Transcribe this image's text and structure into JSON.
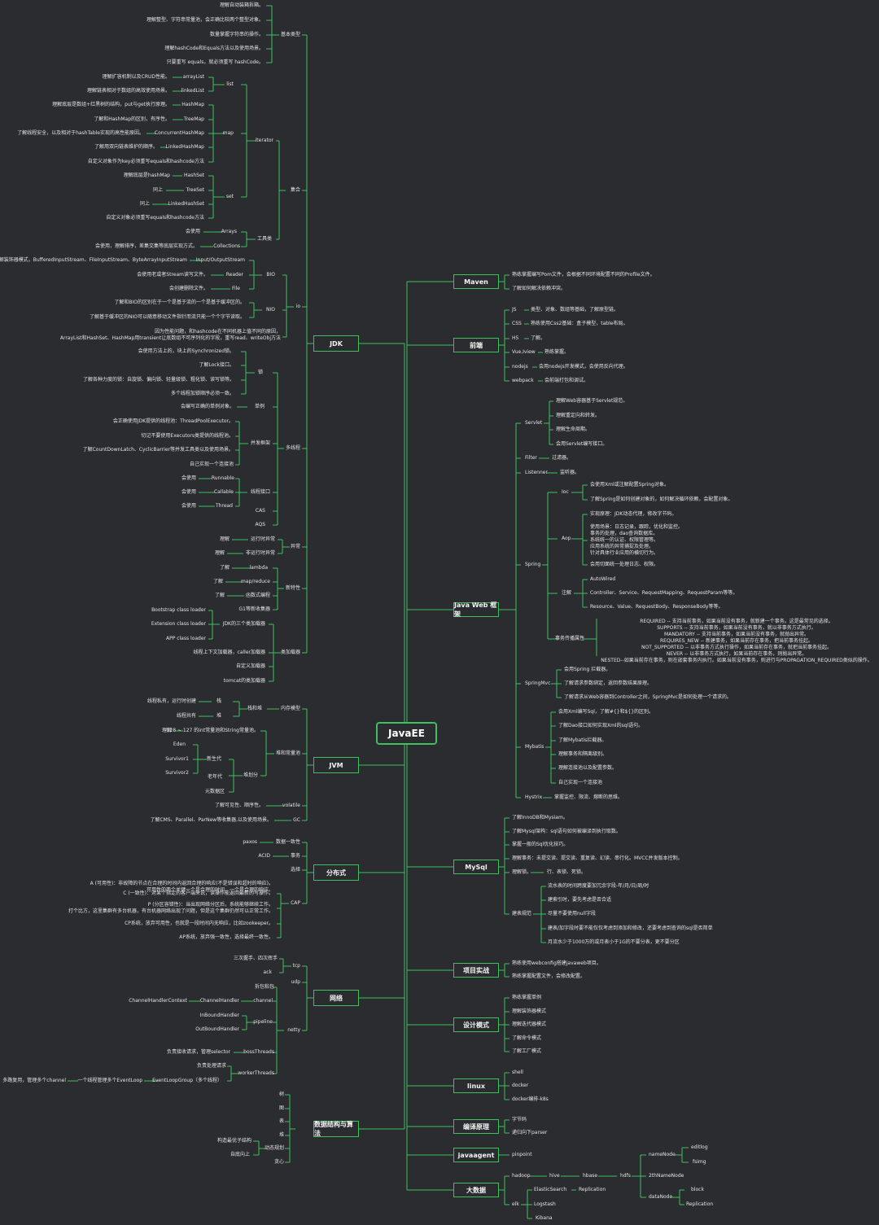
{
  "root": {
    "id": "root",
    "text": "JavaEE"
  },
  "nodes": [
    {
      "id": "r_maven",
      "text": "Maven"
    },
    {
      "id": "maven1",
      "text": "熟练掌握编写Pom文件，会根据不同环境配置不同的Profile文件。"
    },
    {
      "id": "maven2",
      "text": "了解如何解决依赖冲突。"
    },
    {
      "id": "r_front",
      "text": "前端"
    },
    {
      "id": "f_js",
      "text": "JS"
    },
    {
      "id": "f_js1",
      "text": "类型、对象、数组等基础，了解原型链。"
    },
    {
      "id": "f_css",
      "text": "CSS"
    },
    {
      "id": "f_css1",
      "text": "熟练使用Css2基础：盒子模型，table布局。"
    },
    {
      "id": "f_h5",
      "text": "H5"
    },
    {
      "id": "f_h51",
      "text": "了解。"
    },
    {
      "id": "f_vue",
      "text": "Vue,Iview"
    },
    {
      "id": "f_vue1",
      "text": "熟练掌握。"
    },
    {
      "id": "f_node",
      "text": "nodejs"
    },
    {
      "id": "f_node1",
      "text": "会用nodejs开发模式，会使用反向代理。"
    },
    {
      "id": "f_wp",
      "text": "webpack"
    },
    {
      "id": "f_wp1",
      "text": "会前端打包和调试。"
    },
    {
      "id": "r_web",
      "text": "Java Web 框架"
    },
    {
      "id": "w_servlet",
      "text": "Servlet"
    },
    {
      "id": "w_s1",
      "text": "理解Web容器基于Servlet规范。"
    },
    {
      "id": "w_s2",
      "text": "理解重定向和转发。"
    },
    {
      "id": "w_s3",
      "text": "理解生命周期。"
    },
    {
      "id": "w_s4",
      "text": "会用Servlet编写接口。"
    },
    {
      "id": "w_filter",
      "text": "Filter"
    },
    {
      "id": "w_filter1",
      "text": "过滤器。"
    },
    {
      "id": "w_listener",
      "text": "Listenner"
    },
    {
      "id": "w_listener1",
      "text": "监听器。"
    },
    {
      "id": "w_spring",
      "text": "Spring"
    },
    {
      "id": "w_ioc",
      "text": "Ioc"
    },
    {
      "id": "w_ioc1",
      "text": "会使用Xml或注解配置Spring对象。"
    },
    {
      "id": "w_ioc2",
      "text": "了解Spring是如何创建对象的，如何解决循环依赖，会配置对象。"
    },
    {
      "id": "w_aop",
      "text": "Aop"
    },
    {
      "id": "w_aop1",
      "text": "实现原理：JDK动态代理，修改字节码。"
    },
    {
      "id": "w_aop2",
      "text": "使用场景：日志记录，跟踪，优化和监控。\n事务的处理，dao查询数据库。\n系统统一的认证、权限管理等。\n应用系统的异常捕捉及处理。\n针对具体行业应用的横切行为。"
    },
    {
      "id": "w_aop3",
      "text": "会用切面统一处理日志、权限。"
    },
    {
      "id": "w_anno",
      "text": "注解"
    },
    {
      "id": "w_anno1",
      "text": "AutoWired"
    },
    {
      "id": "w_anno2",
      "text": "Controller、Service、RequestMapping、RequestParam等等。"
    },
    {
      "id": "w_anno3",
      "text": "Resource、Value、RequestBody、ResponseBody等等。"
    },
    {
      "id": "w_tx",
      "text": "事务传播属性"
    },
    {
      "id": "w_tx1",
      "text": "REQUIRED -- 支持当前事务，如果当前没有事务，就新建一个事务。这是最常见的选择。\nSUPPORTS -- 支持当前事务，如果当前没有事务，就以非事务方式执行。\nMANDATORY -- 支持当前事务，如果当前没有事务，就抛出异常。\nREQUIRES_NEW -- 新建事务，如果当前存在事务，把当前事务挂起。\nNOT_SUPPORTED -- 以非事务方式执行操作，如果当前存在事务，就把当前事务挂起。\nNEVER -- 以非事务方式执行，如果当前存在事务，则抛出异常。\nNESTED--如果当前存在事务，则在嵌套事务内执行。如果当前没有事务，则进行与PROPAGATION_REQUIRED类似的操作。"
    },
    {
      "id": "w_mvc",
      "text": "SpringMvc"
    },
    {
      "id": "w_mvc1",
      "text": "会用Spring 拦截器。"
    },
    {
      "id": "w_mvc2",
      "text": "了解请求参数绑定，返回参数结果原理。"
    },
    {
      "id": "w_mvc3",
      "text": "了解请求从Web容器到Controller之间，SpringMvc是如何处理一个请求的。"
    },
    {
      "id": "w_mybatis",
      "text": "Mybatis"
    },
    {
      "id": "w_mb1",
      "text": "会用Xml编写Sql，了解#{}和${}的区别。"
    },
    {
      "id": "w_mb2",
      "text": "了解Dao接口如何实现Xml的sql语句。"
    },
    {
      "id": "w_mb3",
      "text": "了解Mybatis拦截器。"
    },
    {
      "id": "w_mb4",
      "text": "理解事务和隔离级别。"
    },
    {
      "id": "w_mb5",
      "text": "理解连接池以及配置参数。"
    },
    {
      "id": "w_mb6",
      "text": "自己实现一个连接池"
    },
    {
      "id": "w_hystrix",
      "text": "Hystrix"
    },
    {
      "id": "w_hystrix1",
      "text": "掌握监控、限流、熔断的思维。"
    },
    {
      "id": "r_mysql",
      "text": "MySql"
    },
    {
      "id": "m1",
      "text": "了解InnoDB和Mysiam。"
    },
    {
      "id": "m2",
      "text": "了解Mysql架构：sql语句如何被编译到执行取数。"
    },
    {
      "id": "m3",
      "text": "掌握一般的Sql优化技巧。"
    },
    {
      "id": "m4",
      "text": "理解事务：未提交读、提交读、重复读、幻读、串行化。MVCC并发版本控制。"
    },
    {
      "id": "m5",
      "text": "理解锁。"
    },
    {
      "id": "m51",
      "text": "行、表锁、死锁。"
    },
    {
      "id": "m_spec",
      "text": "建表规范"
    },
    {
      "id": "m_spec1",
      "text": "流水表的时间跨度要加冗余字段-年/月/日/周/时"
    },
    {
      "id": "m_spec2",
      "text": "建索引时，要先考虑是否合适"
    },
    {
      "id": "m_spec3",
      "text": "尽量不要使用null字段"
    },
    {
      "id": "m_spec4",
      "text": "建表/加字段时要不能仅仅考虑到添加和修改，还要考虑到查询的sql是否简单"
    },
    {
      "id": "m_spec5",
      "text": "月流水少于1000万的或月表小于1G的不要分表，更不要分区"
    },
    {
      "id": "r_proj",
      "text": "项目实战"
    },
    {
      "id": "p1",
      "text": "熟练使用webconfig搭建javaweb项目。"
    },
    {
      "id": "p2",
      "text": "熟练掌握配置文件，会修改配置。"
    },
    {
      "id": "r_dp",
      "text": "设计模式"
    },
    {
      "id": "d1",
      "text": "熟练掌握单例"
    },
    {
      "id": "d2",
      "text": "理解装饰器模式"
    },
    {
      "id": "d3",
      "text": "理解迭代器模式"
    },
    {
      "id": "d4",
      "text": "了解命令模式"
    },
    {
      "id": "d5",
      "text": "了解工厂模式"
    },
    {
      "id": "r_linux",
      "text": "linux"
    },
    {
      "id": "l1",
      "text": "shell"
    },
    {
      "id": "l2",
      "text": "docker"
    },
    {
      "id": "l3",
      "text": "docker编排-k8s"
    },
    {
      "id": "r_compile",
      "text": "编译原理"
    },
    {
      "id": "c1",
      "text": "字节码"
    },
    {
      "id": "c2",
      "text": "递归向下parser"
    },
    {
      "id": "r_agent",
      "text": "javaagent"
    },
    {
      "id": "a1",
      "text": "pinpoint"
    },
    {
      "id": "r_bigdata",
      "text": "大数据"
    },
    {
      "id": "b_hadoop",
      "text": "hadoop"
    },
    {
      "id": "b_hive",
      "text": "hive"
    },
    {
      "id": "b_hbase",
      "text": "hbase"
    },
    {
      "id": "b_hdfs",
      "text": "hdfs"
    },
    {
      "id": "b_nn",
      "text": "nameNode"
    },
    {
      "id": "b_nn1",
      "text": "editlog"
    },
    {
      "id": "b_nn2",
      "text": "fsimg"
    },
    {
      "id": "b_2nn",
      "text": "2thNameNode"
    },
    {
      "id": "b_dn",
      "text": "dataNode"
    },
    {
      "id": "b_dn1",
      "text": "block"
    },
    {
      "id": "b_dn2",
      "text": "Replication"
    },
    {
      "id": "b_elk",
      "text": "elk"
    },
    {
      "id": "b_es",
      "text": "ElasticSearch"
    },
    {
      "id": "b_es1",
      "text": "Replication"
    },
    {
      "id": "b_log",
      "text": "Logstash"
    },
    {
      "id": "b_kib",
      "text": "Kibana"
    },
    {
      "id": "r_jdk",
      "text": "JDK"
    },
    {
      "id": "j_basic",
      "text": "基本类型"
    },
    {
      "id": "j_b1",
      "text": "理解自动装箱拆箱。"
    },
    {
      "id": "j_b2",
      "text": "理解整型、字符串常量池，会正确比较两个整型对象。"
    },
    {
      "id": "j_b3",
      "text": "数量掌握字符串的操作。"
    },
    {
      "id": "j_b4",
      "text": "理解hashCode和Equals方法以及使用场景。"
    },
    {
      "id": "j_b5",
      "text": "只要重写 equals，就必须重写 hashCode。"
    },
    {
      "id": "j_coll",
      "text": "集合"
    },
    {
      "id": "j_iter",
      "text": "iterator"
    },
    {
      "id": "j_list",
      "text": "list"
    },
    {
      "id": "j_al",
      "text": "arrayList"
    },
    {
      "id": "j_al1",
      "text": "理解扩容机制以及CRUD性能。"
    },
    {
      "id": "j_ll",
      "text": "linkedList"
    },
    {
      "id": "j_ll1",
      "text": "理解链表相对于数组的高效使用场景。"
    },
    {
      "id": "j_map",
      "text": "map"
    },
    {
      "id": "j_hm",
      "text": "HashMap"
    },
    {
      "id": "j_hm1",
      "text": "理解底层是数组+红黑树的结构，put与get执行原理。"
    },
    {
      "id": "j_tm",
      "text": "TreeMap"
    },
    {
      "id": "j_tm1",
      "text": "了解和HashMap的区别，有序性。"
    },
    {
      "id": "j_chm",
      "text": "ConcurrentHashMap"
    },
    {
      "id": "j_chm1",
      "text": "了解线程安全，以及相对于hashTable实现的高性能原因。"
    },
    {
      "id": "j_lhm",
      "text": "LinkedHashMap"
    },
    {
      "id": "j_lhm1",
      "text": "了解用双向链表维护的顺序。"
    },
    {
      "id": "j_map_self",
      "text": "自定义对象作为key必须重写equals和hashcode方法"
    },
    {
      "id": "j_set",
      "text": "set"
    },
    {
      "id": "j_hs",
      "text": "HashSet"
    },
    {
      "id": "j_hs1",
      "text": "理解底层是hashMap"
    },
    {
      "id": "j_ts",
      "text": "TreeSet"
    },
    {
      "id": "j_ts1",
      "text": "同上"
    },
    {
      "id": "j_lhs",
      "text": "LinkedHashSet"
    },
    {
      "id": "j_lhs1",
      "text": "同上"
    },
    {
      "id": "j_set_self",
      "text": "自定义对象必须重写equals和hashcode方法"
    },
    {
      "id": "j_tools",
      "text": "工具类"
    },
    {
      "id": "j_arr",
      "text": "Arrays"
    },
    {
      "id": "j_arr1",
      "text": "会使用"
    },
    {
      "id": "j_cols",
      "text": "Collections"
    },
    {
      "id": "j_cols1",
      "text": "会使用，理解排序，差集交集等底层实现方式。"
    },
    {
      "id": "j_io",
      "text": "io"
    },
    {
      "id": "j_bio",
      "text": "BIO"
    },
    {
      "id": "j_iostream",
      "text": "Input/OutputStream"
    },
    {
      "id": "j_iostream1",
      "text": "理解装饰器模式，BufferedInputStream、FileInputStream、ByteArrayInputStream"
    },
    {
      "id": "j_reader",
      "text": "Reader"
    },
    {
      "id": "j_reader1",
      "text": "会使用老或者Stream读写文件。"
    },
    {
      "id": "j_file",
      "text": "File"
    },
    {
      "id": "j_file1",
      "text": "会创建删除文件。"
    },
    {
      "id": "j_nio",
      "text": "NIO"
    },
    {
      "id": "j_nio1",
      "text": "了解和BIO的区别在于一个是基于流的一个是基于缓冲区的。"
    },
    {
      "id": "j_nio2",
      "text": "了解基于缓冲区的NIO可以随意移动文件指针而流只能一个个字节读取。"
    },
    {
      "id": "j_io_ser",
      "text": "因为性能问题，和hashcode在不同机器上值不同的原因，\nArrayList和HashSet、HashMap用transient让底数组不可序列化的字段，重写read、writeObj方法"
    },
    {
      "id": "j_mt",
      "text": "多线程"
    },
    {
      "id": "j_lock",
      "text": "锁"
    },
    {
      "id": "j_lock1",
      "text": "会使用方法上的，块上的Synchronized锁。"
    },
    {
      "id": "j_lock2",
      "text": "了解Lock接口。"
    },
    {
      "id": "j_lock3",
      "text": "了解各种力度的锁：自旋锁、偏向锁、轻量级锁、粗化锁、读写锁等。"
    },
    {
      "id": "j_lock4",
      "text": "多个线程加锁顺序必须一致。"
    },
    {
      "id": "j_single",
      "text": "单例"
    },
    {
      "id": "j_single1",
      "text": "会编写正确的单例对象。"
    },
    {
      "id": "j_conc",
      "text": "并发框架"
    },
    {
      "id": "j_conc1",
      "text": "会正确使用JDK提供的线程池：ThreadPoolExecutor。"
    },
    {
      "id": "j_conc2",
      "text": "切记不要使用Executors类提供的线程池。"
    },
    {
      "id": "j_conc3",
      "text": "了解CountDownLatch、CyclicBarrier等并发工具类以及使用场景。"
    },
    {
      "id": "j_conc4",
      "text": "自己实现一个连接池"
    },
    {
      "id": "j_tif",
      "text": "线程接口"
    },
    {
      "id": "j_run",
      "text": "Runnable"
    },
    {
      "id": "j_run1",
      "text": "会使用"
    },
    {
      "id": "j_call",
      "text": "Callable"
    },
    {
      "id": "j_call1",
      "text": "会使用"
    },
    {
      "id": "j_thread",
      "text": "Thread"
    },
    {
      "id": "j_thread1",
      "text": "会使用"
    },
    {
      "id": "j_cas",
      "text": "CAS"
    },
    {
      "id": "j_aqs",
      "text": "AQS"
    },
    {
      "id": "j_ex",
      "text": "异常"
    },
    {
      "id": "j_rte",
      "text": "运行时异常"
    },
    {
      "id": "j_rte1",
      "text": "理解"
    },
    {
      "id": "j_nrte",
      "text": "非运行时异常"
    },
    {
      "id": "j_nrte1",
      "text": "理解"
    },
    {
      "id": "j_new",
      "text": "新特性"
    },
    {
      "id": "j_lambda",
      "text": "lambda"
    },
    {
      "id": "j_lambda1",
      "text": "了解"
    },
    {
      "id": "j_mapred",
      "text": "map/reduce"
    },
    {
      "id": "j_mapred1",
      "text": "了解"
    },
    {
      "id": "j_func",
      "text": "函数式编程"
    },
    {
      "id": "j_func1",
      "text": "了解"
    },
    {
      "id": "j_g1",
      "text": "G1等新收集器"
    },
    {
      "id": "j_cl",
      "text": "类加载器"
    },
    {
      "id": "j_cl3",
      "text": "JDK的三个类加载器"
    },
    {
      "id": "j_cl3a",
      "text": "Bootstrap class loader"
    },
    {
      "id": "j_cl3b",
      "text": "Extension class loader"
    },
    {
      "id": "j_cl3c",
      "text": "APP class loader"
    },
    {
      "id": "j_cl4",
      "text": "线程上下文加载器，caller加载器"
    },
    {
      "id": "j_cl5",
      "text": "自定义加载器"
    },
    {
      "id": "j_cl6",
      "text": "tomcat的类加载器"
    },
    {
      "id": "r_jvm",
      "text": "JVM"
    },
    {
      "id": "v_mem",
      "text": "内存模型"
    },
    {
      "id": "v_sh",
      "text": "栈和堆"
    },
    {
      "id": "v_stack",
      "text": "栈"
    },
    {
      "id": "v_stack1",
      "text": "线程私有，运行时创建"
    },
    {
      "id": "v_heap",
      "text": "堆"
    },
    {
      "id": "v_heap1",
      "text": "线程共有"
    },
    {
      "id": "v_hc",
      "text": "堆和常量池"
    },
    {
      "id": "v_int",
      "text": "-128 ~ 127 的int常量池和String常量池。"
    },
    {
      "id": "v_int1",
      "text": "理解"
    },
    {
      "id": "v_part",
      "text": "堆划分"
    },
    {
      "id": "v_young",
      "text": "新生代"
    },
    {
      "id": "v_eden",
      "text": "Eden"
    },
    {
      "id": "v_s1",
      "text": "Survivor1"
    },
    {
      "id": "v_s2",
      "text": "Survivor2"
    },
    {
      "id": "v_old",
      "text": "老年代"
    },
    {
      "id": "v_meta",
      "text": "元数据区"
    },
    {
      "id": "v_vol",
      "text": "volatile"
    },
    {
      "id": "v_vol1",
      "text": "了解可见性、顺序性。"
    },
    {
      "id": "v_gc",
      "text": "GC"
    },
    {
      "id": "v_gc1",
      "text": "了解CMS、Parallel、ParNew等收集器,以及使用场景。"
    },
    {
      "id": "r_dist",
      "text": "分布式"
    },
    {
      "id": "ds_cons",
      "text": "数据一致性"
    },
    {
      "id": "ds_paxos",
      "text": "paxos"
    },
    {
      "id": "ds_tx",
      "text": "事务"
    },
    {
      "id": "ds_acid",
      "text": "ACID"
    },
    {
      "id": "ds_choose",
      "text": "选择"
    },
    {
      "id": "ds_cap",
      "text": "CAP"
    },
    {
      "id": "ds_c",
      "text": "C (一致性)：对某个指定的客户端来说，读操作能返回最新的写操作。"
    },
    {
      "id": "ds_a",
      "text": "A (可用性)：非故障的节点在合理的时间内返回合理的响应(不是错误和超时的响应)。\n可用性的两个关键一个是合理的时间，一个是合理的响应。"
    },
    {
      "id": "ds_p",
      "text": "P (分区容错性)：当出现网络分区后，系统能够继续工作。\n打个比方，这里集群有多台机器，有台机器网络出现了问题，但是这个集群仍然可以正常工作。"
    },
    {
      "id": "ds_cp",
      "text": "CP系统，放弃可用性，也就是一段时间内无响应，比如zookeeper。"
    },
    {
      "id": "ds_ap",
      "text": "AP系统，放弃强一致性，选择最终一致性。"
    },
    {
      "id": "r_net",
      "text": "网络"
    },
    {
      "id": "n_tcp",
      "text": "tcp"
    },
    {
      "id": "n_tcp1",
      "text": "三次握手、四次挥手"
    },
    {
      "id": "n_ack",
      "text": "ack"
    },
    {
      "id": "n_udp",
      "text": "udp"
    },
    {
      "id": "n_netty",
      "text": "netty"
    },
    {
      "id": "n_sticky",
      "text": "拆包粘包"
    },
    {
      "id": "n_channel",
      "text": "channel"
    },
    {
      "id": "n_ch",
      "text": "ChannelHandler"
    },
    {
      "id": "n_chc",
      "text": "ChannelHandlerContext"
    },
    {
      "id": "n_pipe",
      "text": "pipeline"
    },
    {
      "id": "n_in",
      "text": "InBoundHandler"
    },
    {
      "id": "n_out",
      "text": "OutBoundHandler"
    },
    {
      "id": "n_boss",
      "text": "bossThreads"
    },
    {
      "id": "n_boss1",
      "text": "负责接收请求，管理selector"
    },
    {
      "id": "n_worker",
      "text": "workerThreads"
    },
    {
      "id": "n_worker1",
      "text": "负责处理请求"
    },
    {
      "id": "n_elg",
      "text": "EventLoopGroup（多个线程）"
    },
    {
      "id": "n_elg1",
      "text": "一个线程管理多个EventLoop"
    },
    {
      "id": "n_elg2",
      "text": "多路复用，管理多个channel"
    },
    {
      "id": "r_dsa",
      "text": "数据结构与算法"
    },
    {
      "id": "a_tree",
      "text": "树"
    },
    {
      "id": "a_graph",
      "text": "图"
    },
    {
      "id": "a_table",
      "text": "表"
    },
    {
      "id": "a_heap",
      "text": "堆"
    },
    {
      "id": "a_dp",
      "text": "动态规划"
    },
    {
      "id": "a_dp1",
      "text": "构造最优子结构"
    },
    {
      "id": "a_dp2",
      "text": "自底向上"
    },
    {
      "id": "a_greedy",
      "text": "贪心"
    }
  ]
}
